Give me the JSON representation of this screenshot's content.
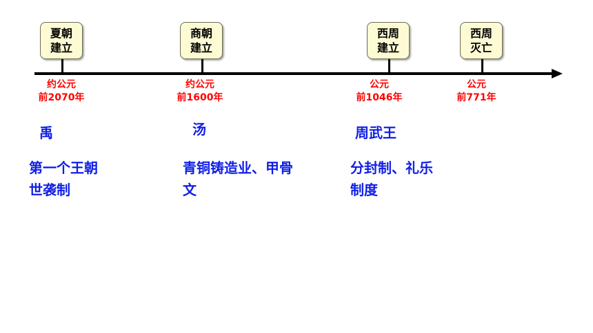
{
  "events": [
    {
      "label": "夏朝\n建立",
      "date": "约公元\n前2070年",
      "person": "禹",
      "note": "第一个王朝\n世袭制"
    },
    {
      "label": "商朝\n建立",
      "date": "约公元\n前1600年",
      "person": "汤",
      "note": "青铜铸造业、甲骨\n文"
    },
    {
      "label": "西周\n建立",
      "date": "公元\n前1046年",
      "person": "周武王",
      "note": "分封制、礼乐\n制度"
    },
    {
      "label": "西周\n灭亡",
      "date": "公元\n前771年"
    }
  ],
  "colors": {
    "box_fill": "#fdfbd4",
    "date_text": "#ff0000",
    "note_text": "#0f1ee6",
    "axis": "#000000"
  }
}
